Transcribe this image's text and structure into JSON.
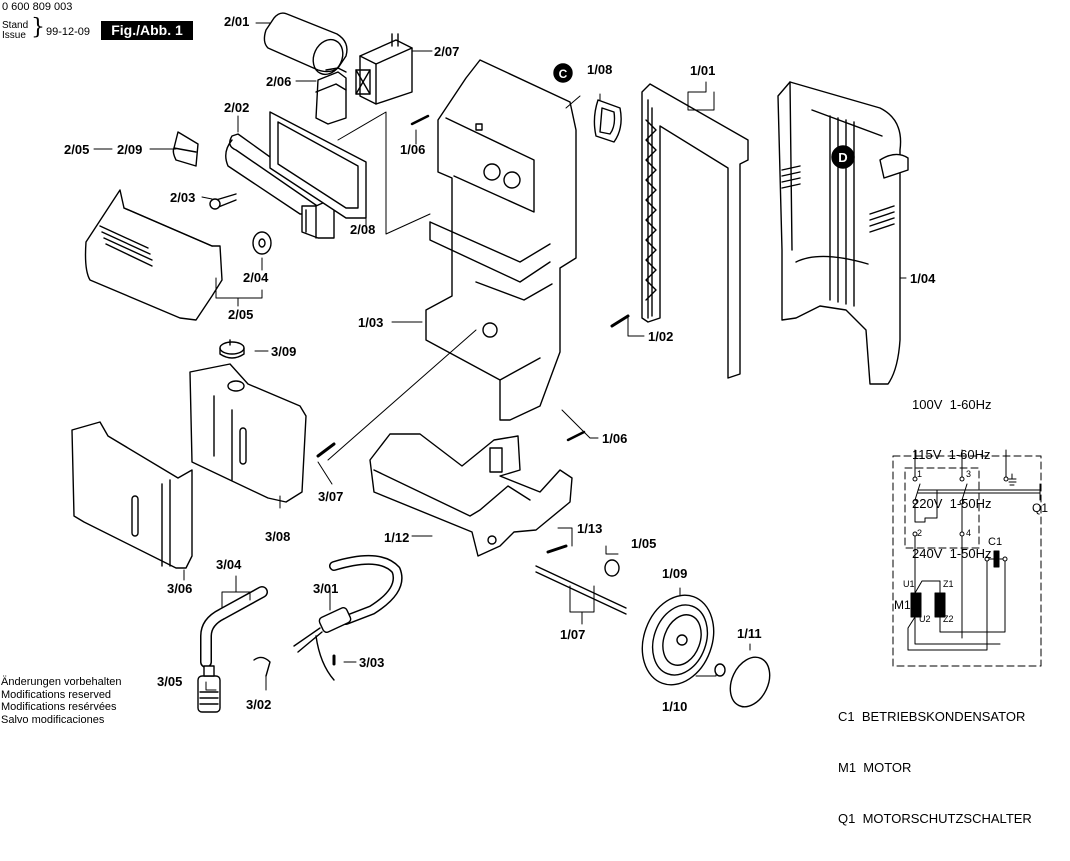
{
  "header": {
    "document_number": "0 600 809 003",
    "stand_label": "Stand",
    "issue_label": "Issue",
    "brace": "}",
    "date": "99-12-09",
    "figure_label": "Fig./Abb. 1"
  },
  "notes": [
    "Änderungen vorbehalten",
    "Modifications reserved",
    "Modifications resérvées",
    "Salvo modificaciones"
  ],
  "markers": {
    "c": "C",
    "d": "D"
  },
  "parts": {
    "p2_01": "2/01",
    "p2_02": "2/02",
    "p2_03": "2/03",
    "p2_04": "2/04",
    "p2_05a": "2/05",
    "p2_05b": "2/05",
    "p2_06": "2/06",
    "p2_07": "2/07",
    "p2_08": "2/08",
    "p2_09": "2/09",
    "p1_01": "1/01",
    "p1_02": "1/02",
    "p1_03": "1/03",
    "p1_04": "1/04",
    "p1_05": "1/05",
    "p1_06a": "1/06",
    "p1_06b": "1/06",
    "p1_07": "1/07",
    "p1_08": "1/08",
    "p1_09": "1/09",
    "p1_10": "1/10",
    "p1_11": "1/11",
    "p1_12": "1/12",
    "p1_13": "1/13",
    "p3_01": "3/01",
    "p3_02": "3/02",
    "p3_03": "3/03",
    "p3_04": "3/04",
    "p3_05": "3/05",
    "p3_06": "3/06",
    "p3_07": "3/07",
    "p3_08": "3/08",
    "p3_09": "3/09"
  },
  "voltage_table": [
    "100V  1-60Hz",
    "115V  1-60Hz",
    "220V  1-50Hz",
    "240V  1-50Hz"
  ],
  "circuit": {
    "terminals": [
      "1",
      "3",
      "2",
      "4"
    ],
    "ground_symbol": "⏚",
    "q1": "Q1",
    "c1": "C1",
    "m1": "M1",
    "u1": "U1",
    "u2": "U2",
    "z1": "Z1",
    "z2": "Z2"
  },
  "legend": [
    "C1  BETRIEBSKONDENSATOR",
    "M1  MOTOR",
    "Q1  MOTORSCHUTZSCHALTER"
  ]
}
